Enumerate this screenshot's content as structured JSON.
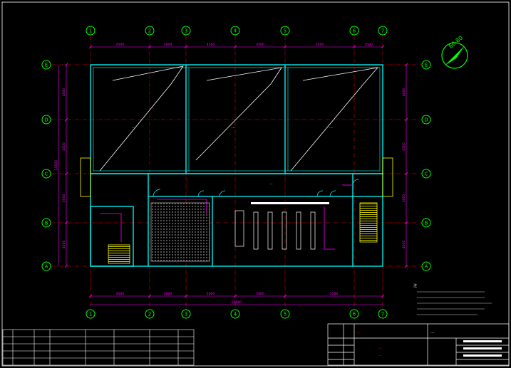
{
  "grid": {
    "columns": [
      "1",
      "2",
      "3",
      "4",
      "5",
      "6",
      "7"
    ],
    "rows": [
      "E",
      "D",
      "C",
      "B",
      "A"
    ]
  },
  "dimensions": {
    "top": [
      "4500",
      "3000",
      "4500",
      "4500",
      "3500",
      "3500"
    ],
    "bottom": [
      "4500",
      "3000",
      "5000",
      "5000",
      "3500"
    ],
    "left": [
      "4000",
      "4500",
      "3000",
      "4000"
    ],
    "right": [
      "4000",
      "4500",
      "3000",
      "4000"
    ],
    "overall_width": "21000",
    "overall_height": "15500"
  },
  "rooms": {
    "room1": "...",
    "room2": "...",
    "room3": "...",
    "corridor": "..."
  },
  "north_arrow": {
    "label": "60.80"
  },
  "notes": {
    "heading": "注"
  },
  "title_block": {
    "company": "...",
    "project": "...",
    "drawing_title_1": "...",
    "drawing_title_2": "..."
  },
  "colors": {
    "background": "#000000",
    "grid_circle": "#00ff00",
    "axis_line": "#ff0000",
    "dimension": "#ff00ff",
    "wall": "#00ffff",
    "room_line": "#ffffff",
    "door": "#00ffff",
    "stair": "#ffff00",
    "equipment": "#ff00ff",
    "title_red": "#ff0000"
  }
}
